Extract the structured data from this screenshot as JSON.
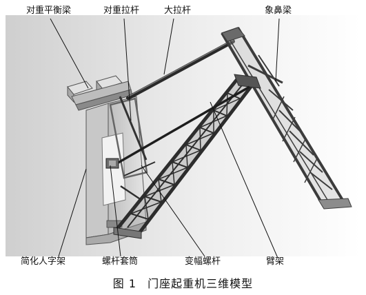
{
  "labels": {
    "counterweight_beam": "对重平衡梁",
    "counterweight_rod": "对重拉杆",
    "big_rod": "大拉杆",
    "nose_beam": "象鼻梁",
    "simplified_frame": "简化人字架",
    "screw_sleeve": "螺杆套筒",
    "luffing_screw": "变幅螺杆",
    "boom": "臂架"
  },
  "caption": {
    "figure_number": "图 1",
    "title": "门座起重机三维模型"
  }
}
